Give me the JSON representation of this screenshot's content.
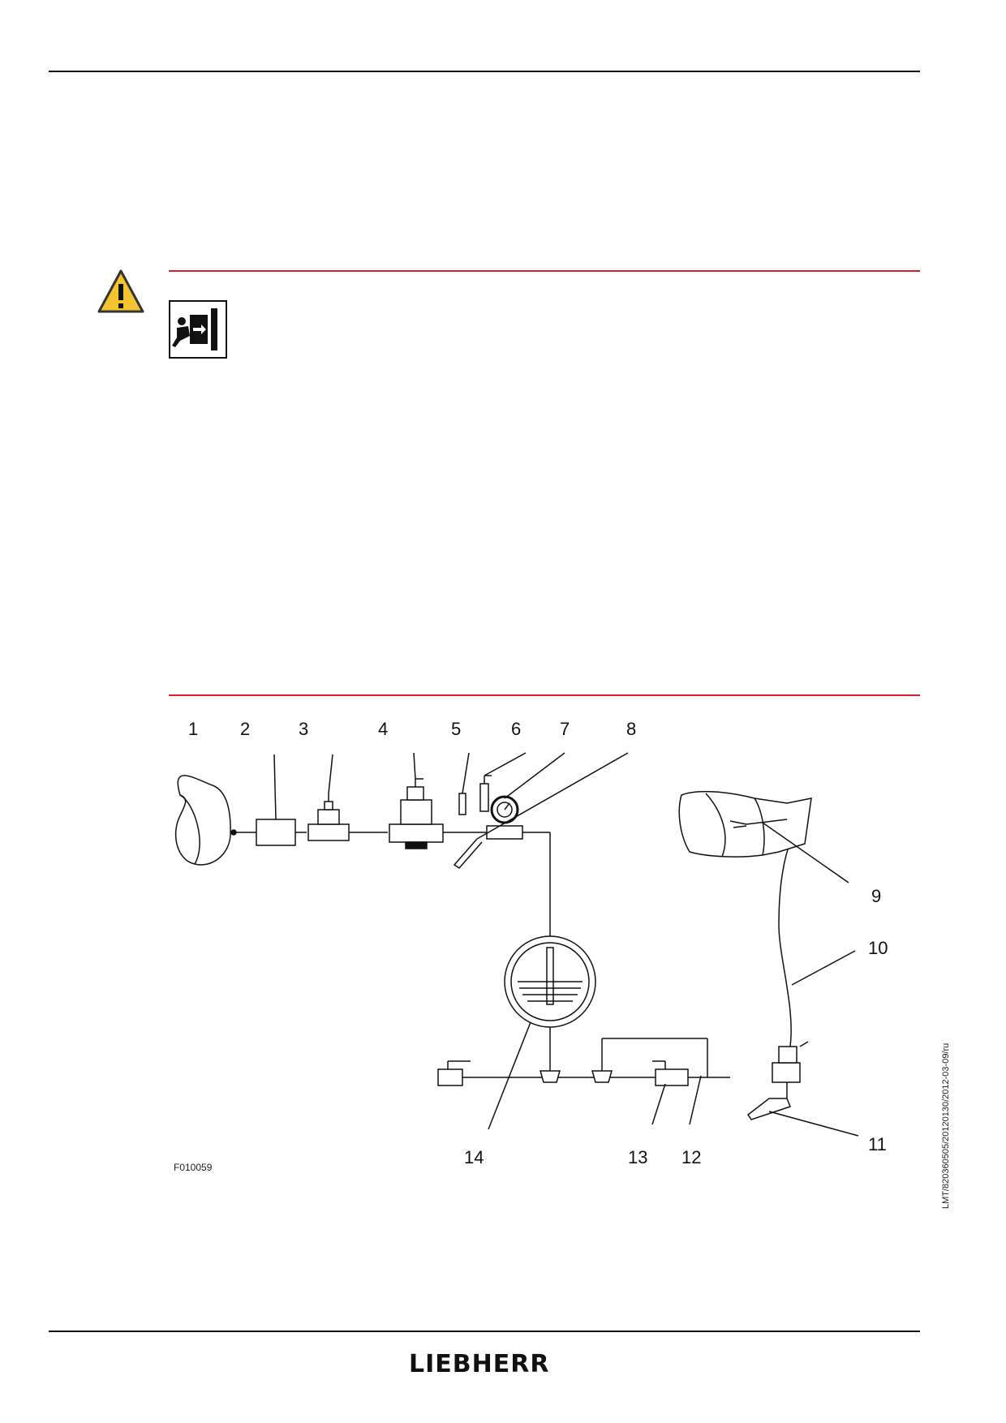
{
  "figure": {
    "code": "F010059",
    "callouts": [
      "1",
      "2",
      "3",
      "4",
      "5",
      "6",
      "7",
      "8",
      "9",
      "10",
      "11",
      "12",
      "13",
      "14"
    ]
  },
  "side_code": "LMT/820360505/20120130/2012-03-09/ru",
  "footer": {
    "brand": "LIEBHERR"
  },
  "icons": {
    "warning": "warning-triangle-icon",
    "crush_hazard": "crush-hazard-icon"
  },
  "colors": {
    "rule_red": "#d8202a",
    "warning_yellow": "#f4c430"
  }
}
